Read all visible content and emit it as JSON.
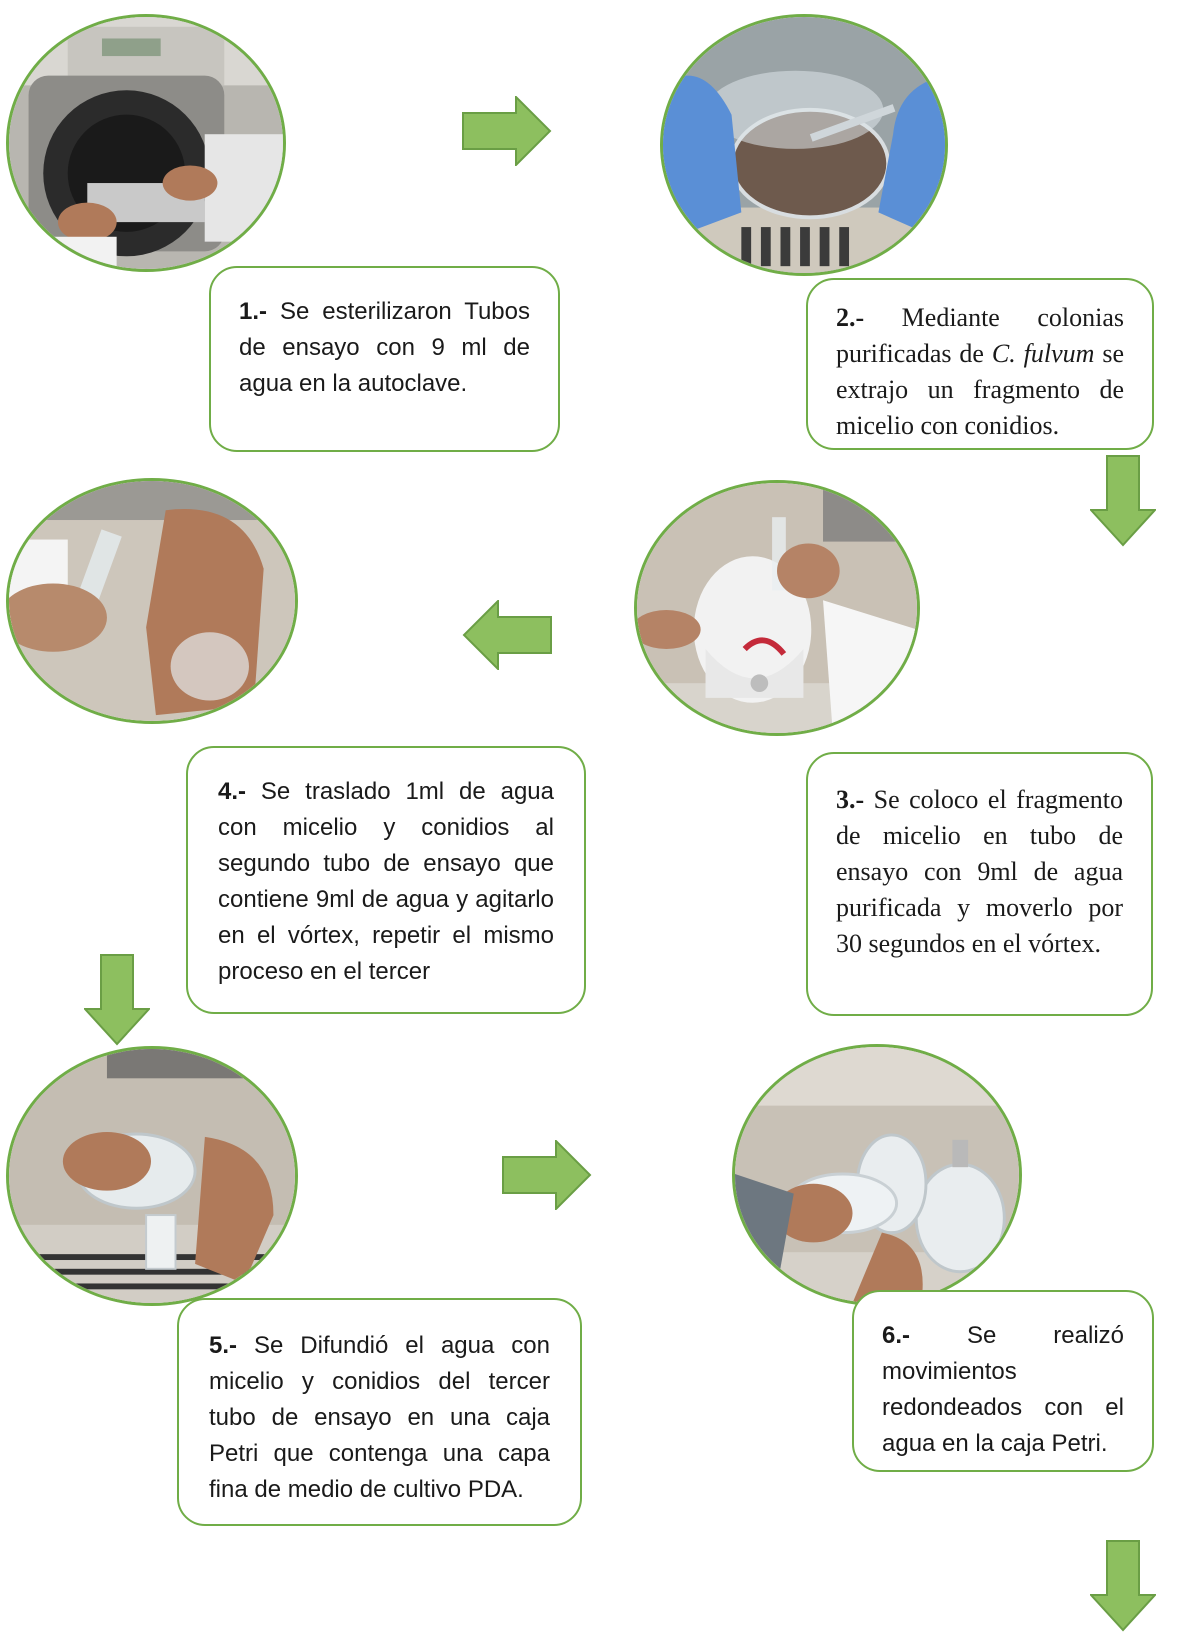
{
  "colors": {
    "accent": "#70ad47",
    "arrow_fill": "#8dbf5f",
    "arrow_stroke": "#6a9e45"
  },
  "steps": [
    {
      "num": "1.-",
      "text": " Se esterilizaron Tubos de ensayo con 9 ml de agua en la autoclave."
    },
    {
      "num": "2.-",
      "text_a": " Mediante colonias purificadas de ",
      "italic": "C. fulvum",
      "text_b": " se extrajo un fragmento de micelio con conidios."
    },
    {
      "num": "3.-",
      "text": " Se coloco el fragmento de micelio en tubo de ensayo con 9ml de agua purificada y moverlo por 30 segundos en el vórtex."
    },
    {
      "num": "4.-",
      "text": " Se traslado 1ml de agua con micelio y conidios al segundo tubo de ensayo que contiene 9ml de agua y agitarlo en el vórtex, repetir el mismo proceso en el tercer"
    },
    {
      "num": "5.-",
      "text": " Se Difundió el agua con micelio y conidios del tercer tubo de ensayo en una caja Petri que contenga una capa fina de medio de cultivo PDA."
    },
    {
      "num": "6.-",
      "text": " Se realizó movimientos redondeados con el agua en la caja Petri."
    }
  ],
  "arrows": [
    "right-arrow",
    "down-arrow",
    "left-arrow",
    "down-arrow",
    "right-arrow",
    "down-arrow"
  ]
}
